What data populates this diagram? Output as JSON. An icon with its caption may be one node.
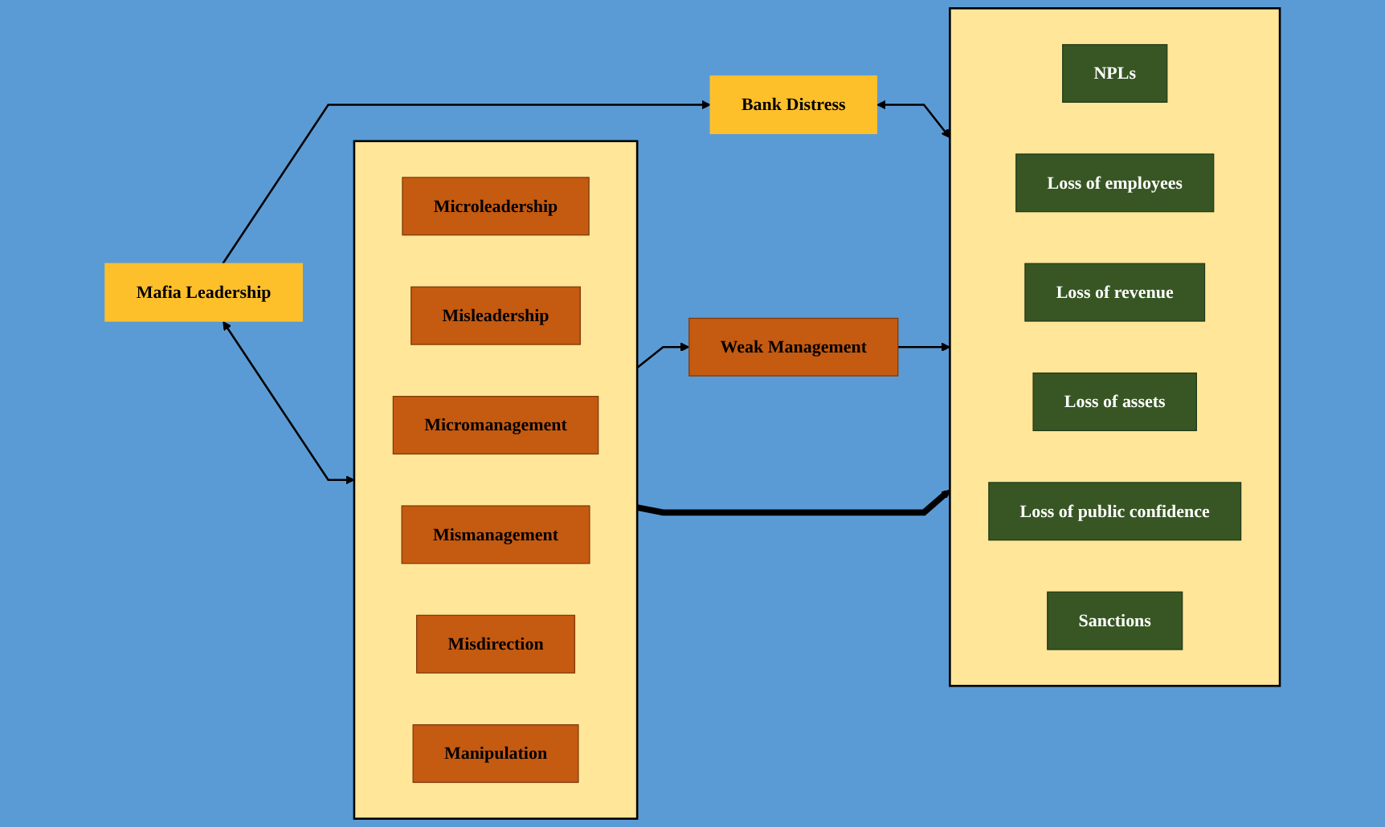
{
  "diagram": {
    "nodes": [
      {
        "text": [
          "Mafia Leadership"
        ]
      },
      {
        "text": [
          "Bank Distress"
        ]
      },
      {
        "text": [],
        "shape": "box"
      },
      {
        "text": [
          "Microleadership"
        ],
        "in": 2
      },
      {
        "text": [
          "Misleadership"
        ],
        "in": 2
      },
      {
        "text": [
          "Micromanagement"
        ],
        "in": 2
      },
      {
        "text": [
          "Mismanagement"
        ],
        "in": 2
      },
      {
        "text": [
          "Misdirection"
        ],
        "in": 2
      },
      {
        "text": [
          "Manipulation"
        ],
        "in": 2
      },
      {
        "text": [
          "Weak Management"
        ]
      },
      {
        "text": [],
        "shape": "box"
      },
      {
        "text": [
          "NPLs"
        ],
        "in": 10
      },
      {
        "text": [
          "Loss of employees"
        ],
        "in": 10
      },
      {
        "text": [
          "Loss of revenue"
        ],
        "in": 10
      },
      {
        "text": [
          "Loss of assets"
        ],
        "in": 10
      },
      {
        "text": [
          "Loss of public confidence"
        ],
        "in": 10
      },
      {
        "text": [
          "Sanctions"
        ],
        "in": 10
      }
    ],
    "edges": [
      {
        "from": 0,
        "to": 1,
        "arrow": "to"
      },
      {
        "from": 0,
        "to": 2,
        "arrow": "both"
      },
      {
        "from": 1,
        "to": 10,
        "arrow": "both"
      },
      {
        "from": 2,
        "to": 9,
        "arrow": "to"
      },
      {
        "from": 9,
        "to": 10,
        "arrow": "to"
      },
      {
        "from": 2,
        "to": 10,
        "arrow": "to",
        "style": "thick"
      }
    ]
  }
}
